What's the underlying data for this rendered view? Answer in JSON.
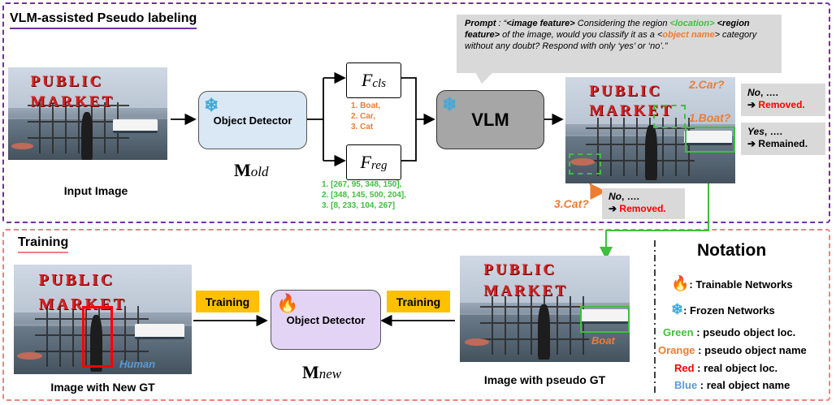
{
  "top_section": {
    "title": "VLM-assisted Pseudo labeling"
  },
  "bottom_section": {
    "title": "Training"
  },
  "input_image": {
    "caption": "Input Image",
    "sign_line1": "PUBLIC",
    "sign_line2": "MARKET"
  },
  "old_detector": {
    "label": "Object Detector",
    "model": "M",
    "model_sub": "old"
  },
  "heads": {
    "cls": {
      "name": "F",
      "sub": "cls",
      "outputs": [
        "1. Boat,",
        "2. Car,",
        "3. Cat"
      ]
    },
    "reg": {
      "name": "F",
      "sub": "reg",
      "outputs": [
        "1. [267, 95, 348, 150],",
        "2. [348, 145, 500, 204],",
        "3. [8, 233, 104, 267]"
      ]
    }
  },
  "vlm": {
    "label": "VLM"
  },
  "prompt": {
    "label": "Prompt",
    "t1": " : “",
    "t2": "<image feature>",
    "t3": " Considering the region ",
    "t4": "<location>",
    "t5": "<region feature>",
    "t6": " of the image, would you classify it as a",
    "t7": "<",
    "t8": "object name",
    "t9": ">",
    "t10": " category without any doubt? Respond with only ‘yes’ or ‘no’.”"
  },
  "queries": [
    {
      "label": "2.Car?",
      "answer": "No",
      "ellipsis": ", ….",
      "result": "Removed."
    },
    {
      "label": "1.Boat?",
      "answer": "Yes",
      "ellipsis": ", ….",
      "result": "Remained."
    },
    {
      "label": "3.Cat?",
      "answer": "No",
      "ellipsis": ", ….",
      "result": "Removed."
    }
  ],
  "arrow_glyph": "➔",
  "pseudo_image": {
    "caption": "Image with pseudo GT",
    "box_label": "Boat"
  },
  "new_gt_image": {
    "caption": "Image with New GT",
    "box_label": "Human"
  },
  "new_detector": {
    "label": "Object Detector",
    "model": "M",
    "model_sub": "new"
  },
  "training_tag_left": "Training",
  "training_tag_right": "Training",
  "notation": {
    "title": "Notation",
    "rows": [
      {
        "icon": "flame-icon",
        "key": "",
        "text": ": Trainable Networks"
      },
      {
        "icon": "snowflake-icon",
        "key": "",
        "text": ": Frozen Networks"
      },
      {
        "key": "Green",
        "text": " : pseudo object loc."
      },
      {
        "key": "Orange",
        "text": " : pseudo object name"
      },
      {
        "key": "Red",
        "text": " : real object loc."
      },
      {
        "key": "Blue",
        "text": " : real object name"
      }
    ]
  },
  "colors": {
    "purple": "#7030a0",
    "pink": "#f08080",
    "green": "#3fbf3f",
    "orange": "#ed7d31",
    "red": "#ff0000",
    "blue": "#5b9bd5",
    "detector_old": "#dae8f5",
    "detector_new": "#e3d4f5",
    "vlm": "#a6a6a6",
    "training_tag": "#ffc000"
  }
}
